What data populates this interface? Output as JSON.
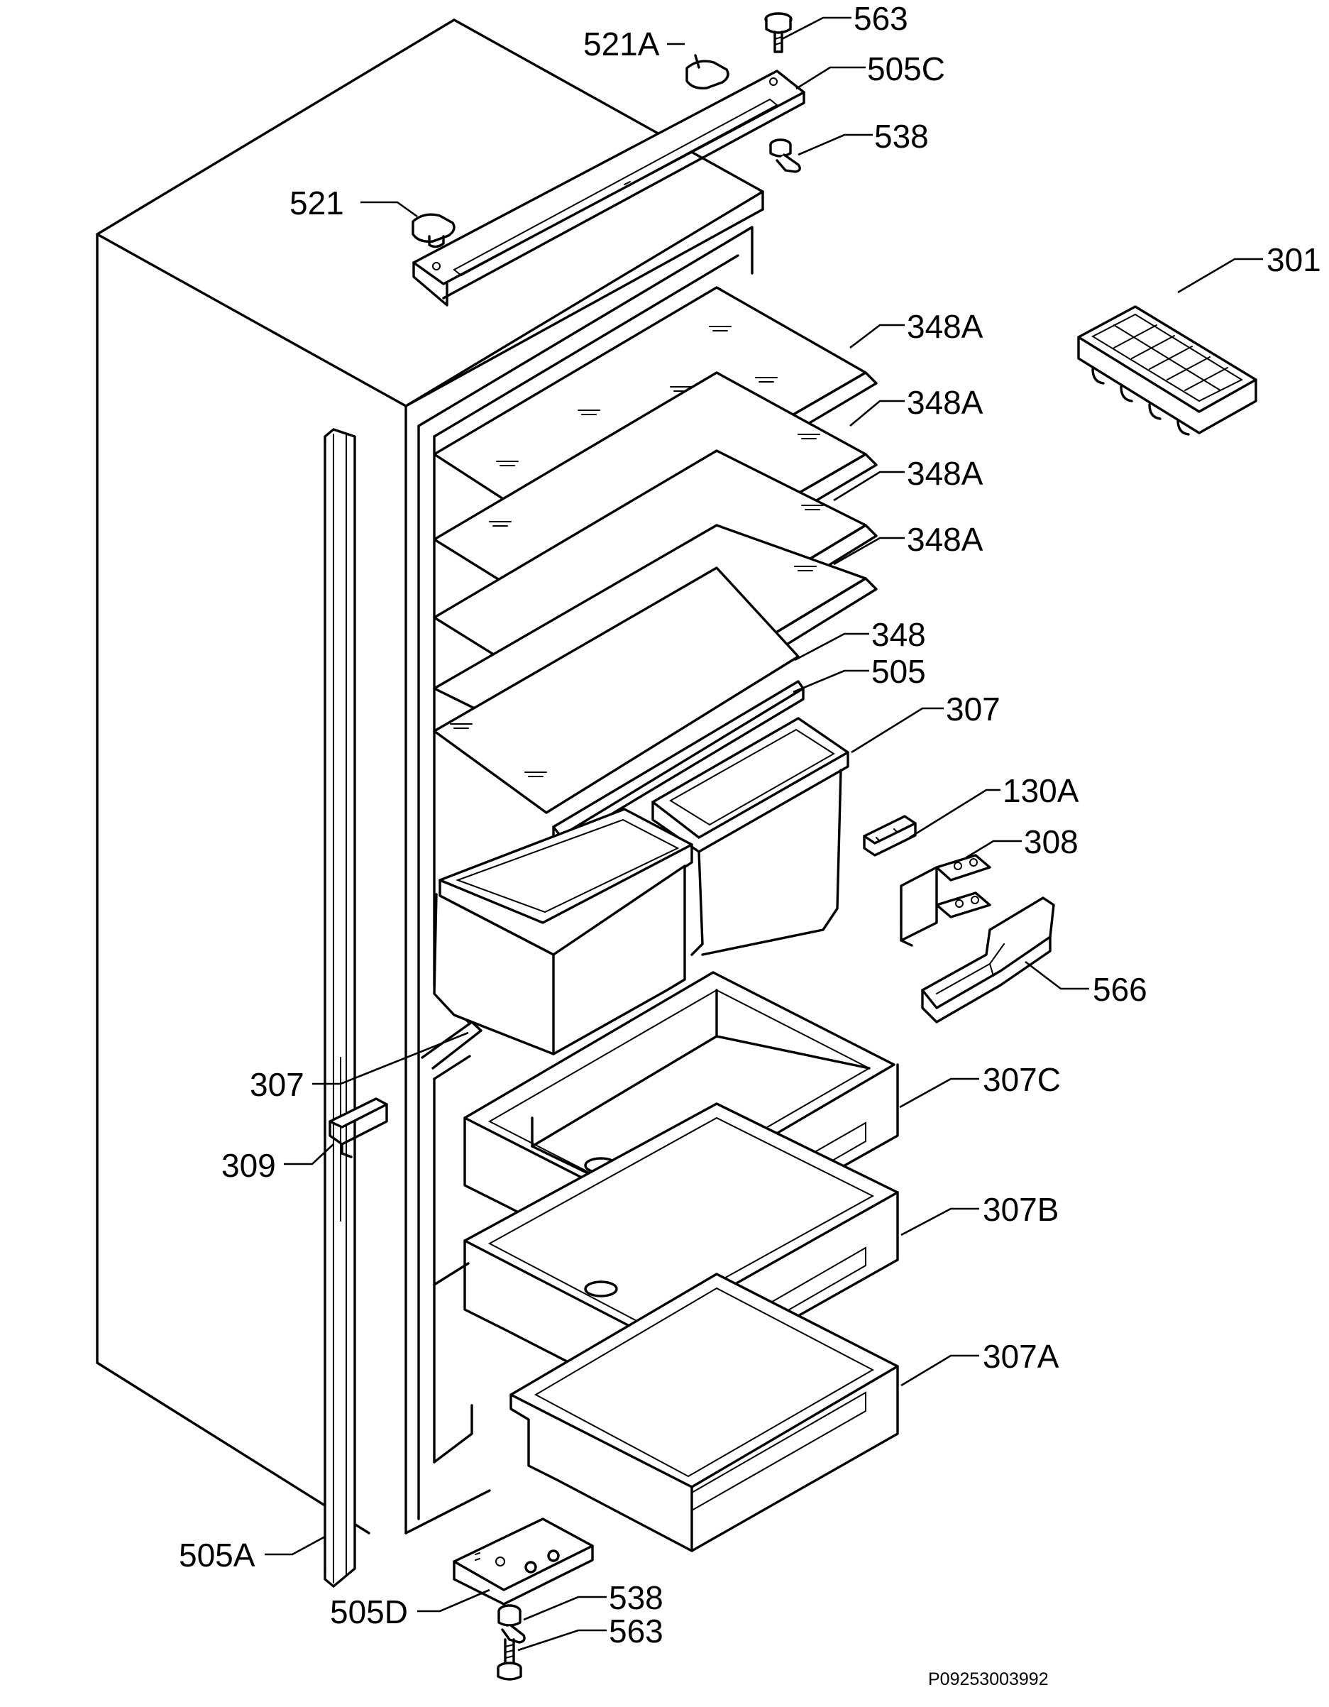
{
  "labels": [
    {
      "id": "563-top",
      "text": "563"
    },
    {
      "id": "521a",
      "text": "521A"
    },
    {
      "id": "505c",
      "text": "505C"
    },
    {
      "id": "538-top",
      "text": "538"
    },
    {
      "id": "521",
      "text": "521"
    },
    {
      "id": "301",
      "text": "301"
    },
    {
      "id": "348a-1",
      "text": "348A"
    },
    {
      "id": "348a-2",
      "text": "348A"
    },
    {
      "id": "348a-3",
      "text": "348A"
    },
    {
      "id": "348a-4",
      "text": "348A"
    },
    {
      "id": "348",
      "text": "348"
    },
    {
      "id": "505",
      "text": "505"
    },
    {
      "id": "307-upper",
      "text": "307"
    },
    {
      "id": "130a",
      "text": "130A"
    },
    {
      "id": "308",
      "text": "308"
    },
    {
      "id": "566",
      "text": "566"
    },
    {
      "id": "307-lower",
      "text": "307"
    },
    {
      "id": "307c",
      "text": "307C"
    },
    {
      "id": "309",
      "text": "309"
    },
    {
      "id": "307b",
      "text": "307B"
    },
    {
      "id": "307a",
      "text": "307A"
    },
    {
      "id": "505a",
      "text": "505A"
    },
    {
      "id": "505d",
      "text": "505D"
    },
    {
      "id": "538-bottom",
      "text": "538"
    },
    {
      "id": "563-bottom",
      "text": "563"
    }
  ],
  "reference_code": "P09253003992"
}
